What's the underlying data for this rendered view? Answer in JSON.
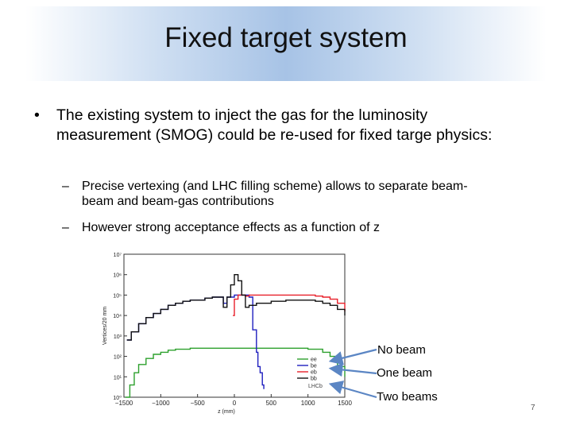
{
  "slide": {
    "title": "Fixed target system",
    "bullet": "The existing system to inject the gas for the luminosity measurement (SMOG) could be re-used for fixed targe physics:",
    "sub_bullets": [
      "Precise vertexing (and LHC filling scheme) allows to separate beam-beam and beam-gas contributions",
      "However strong acceptance effects as a function of z"
    ],
    "annotations": [
      "No beam",
      "One beam",
      "Two beams"
    ],
    "page_number": "7"
  },
  "chart_data": {
    "type": "line",
    "xlabel": "z (mm)",
    "ylabel": "Vertices/20 mm",
    "xlim": [
      -1500,
      1500
    ],
    "ylim_log10": [
      0,
      7
    ],
    "y_scale": "log",
    "x_ticks": [
      "−1500",
      "−1000",
      "−500",
      "0",
      "500",
      "1000",
      "1500"
    ],
    "y_ticks": [
      "10⁰",
      "10¹",
      "10²",
      "10³",
      "10⁴",
      "10⁵",
      "10⁶",
      "10⁷"
    ],
    "legend_position": "bottom-right",
    "watermark": "LHCb",
    "series": [
      {
        "name": "ee",
        "color": "#2ca02c",
        "x": [
          -1480,
          -1420,
          -1360,
          -1300,
          -1200,
          -1100,
          -1000,
          -900,
          -800,
          -600,
          -400,
          -200,
          0,
          200,
          400,
          600,
          800,
          1000,
          1200,
          1300,
          1400,
          1500
        ],
        "y_log10": [
          0.0,
          0.6,
          1.2,
          1.6,
          1.9,
          2.1,
          2.2,
          2.3,
          2.35,
          2.4,
          2.4,
          2.4,
          2.4,
          2.4,
          2.4,
          2.4,
          2.4,
          2.35,
          2.2,
          2.0,
          1.5,
          1.0
        ]
      },
      {
        "name": "be",
        "color": "#1f1fbf",
        "x": [
          -1460,
          -1400,
          -1300,
          -1200,
          -1100,
          -1000,
          -900,
          -800,
          -700,
          -600,
          -400,
          -300,
          -200,
          -150,
          -100,
          0,
          100,
          200,
          250,
          300,
          320,
          350,
          380,
          400
        ],
        "y_log10": [
          2.8,
          3.2,
          3.6,
          3.9,
          4.1,
          4.3,
          4.5,
          4.6,
          4.7,
          4.75,
          4.85,
          4.9,
          4.9,
          4.6,
          4.9,
          5.0,
          5.0,
          4.9,
          3.3,
          2.2,
          1.5,
          1.2,
          0.6,
          0.4
        ]
      },
      {
        "name": "eb",
        "color": "#e8202a",
        "x": [
          -20,
          0,
          50,
          100,
          150,
          200,
          300,
          500,
          700,
          900,
          1100,
          1200,
          1300,
          1400,
          1500
        ],
        "y_log10": [
          4.0,
          4.8,
          5.0,
          5.0,
          4.95,
          5.0,
          5.0,
          5.0,
          5.0,
          5.0,
          4.95,
          4.9,
          4.8,
          4.6,
          4.2
        ]
      },
      {
        "name": "bb",
        "color": "#111111",
        "x": [
          -1460,
          -1400,
          -1300,
          -1200,
          -1100,
          -1000,
          -900,
          -800,
          -700,
          -600,
          -400,
          -300,
          -200,
          -150,
          -100,
          -50,
          0,
          50,
          100,
          150,
          200,
          300,
          500,
          700,
          900,
          1100,
          1200,
          1300,
          1400,
          1500
        ],
        "y_log10": [
          2.8,
          3.2,
          3.6,
          3.9,
          4.1,
          4.3,
          4.5,
          4.6,
          4.7,
          4.75,
          4.85,
          4.9,
          4.9,
          4.4,
          4.9,
          5.5,
          6.0,
          5.7,
          5.0,
          4.4,
          4.5,
          4.6,
          4.7,
          4.75,
          4.75,
          4.7,
          4.6,
          4.5,
          4.3,
          4.0
        ]
      }
    ]
  }
}
